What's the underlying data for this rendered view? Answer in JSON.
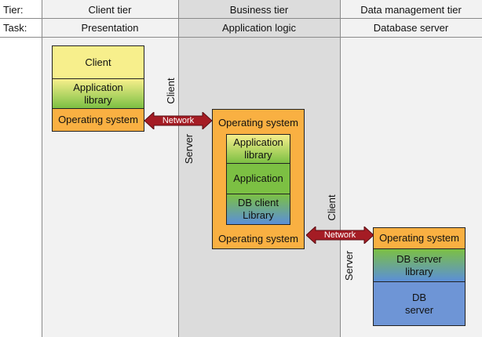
{
  "header": {
    "tier_label": "Tier:",
    "task_label": "Task:",
    "tiers": [
      "Client tier",
      "Business tier",
      "Data management tier"
    ],
    "tasks": [
      "Presentation",
      "Application logic",
      "Database server"
    ]
  },
  "client_stack": {
    "client": "Client",
    "application_library": "Application\nlibrary",
    "operating_system": "Operating system"
  },
  "business_stack": {
    "operating_system_top": "Operating system",
    "application_library": "Application\nlibrary",
    "application": "Application",
    "db_client_library": "DB client\nLibrary",
    "operating_system_bottom": "Operating system"
  },
  "data_stack": {
    "operating_system": "Operating system",
    "db_server_library": "DB server\nlibrary",
    "db_server": "DB\nserver"
  },
  "connections": {
    "network_1": "Network",
    "network_2": "Network",
    "client_1": "Client",
    "server_1": "Server",
    "client_2": "Client",
    "server_2": "Server"
  },
  "colors": {
    "business_column": "#dcdcdc",
    "operating_system": "#f9b042",
    "client": "#f7ef8c",
    "application": "#7cc043",
    "db_server": "#6e95d6",
    "network_arrow": "#a51c24"
  }
}
